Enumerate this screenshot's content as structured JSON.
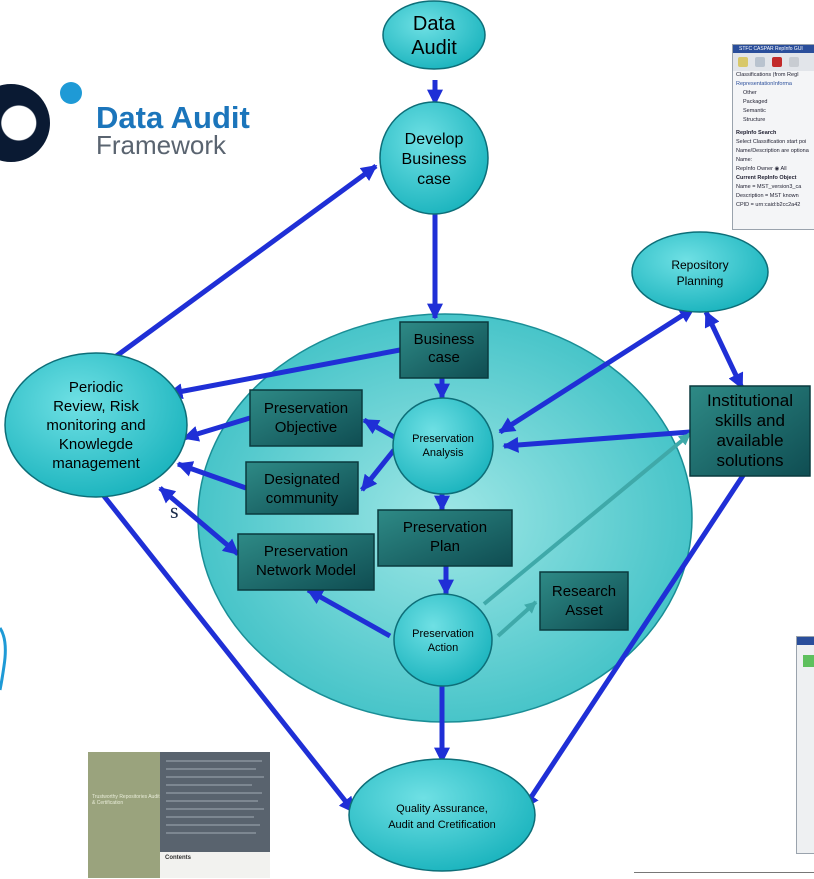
{
  "colors": {
    "node_fill": "#1fbcc3",
    "node_stroke": "#0d6e78",
    "box_fill": "#1c6b6b",
    "arrow": "#1f2fd6",
    "big_ellipse": "#5ecfcf"
  },
  "logo": {
    "line1": "Data Audit",
    "line2": "Framework"
  },
  "nodes": {
    "data_audit": [
      "Data",
      "Audit"
    ],
    "develop_business_case": [
      "Develop",
      "Business",
      "case"
    ],
    "repository_planning": [
      "Repository",
      "Planning"
    ],
    "periodic_review": [
      "Periodic",
      "Review, Risk",
      "monitoring and",
      "Knowlegde",
      "management"
    ],
    "business_case": [
      "Business",
      "case"
    ],
    "preservation_objective": [
      "Preservation",
      "Objective"
    ],
    "preservation_analysis": [
      "Preservation",
      "Analysis"
    ],
    "institutional_skills": [
      "Institutional",
      "skills and",
      "available",
      "solutions"
    ],
    "designated_community": [
      "Designated",
      "community"
    ],
    "preservation_plan": [
      "Preservation",
      "Plan"
    ],
    "preservation_network_model": [
      "Preservation",
      "Network Model"
    ],
    "research_asset": [
      "Research",
      "Asset"
    ],
    "preservation_action": [
      "Preservation",
      "Action"
    ],
    "quality_assurance": [
      "Quality Assurance,",
      "Audit and Cretification"
    ]
  },
  "shot1": {
    "title": "STFC CASPAR RepInfo GUI",
    "lines": [
      "Classifications (from RegI",
      "RepresentationInforma",
      "Other",
      "Packaged",
      "Semantic",
      "Structure",
      "RepInfo Search",
      "Select Classification start poi",
      "Name/Description are optiona",
      "Name:",
      "RepInfo Owner   ◉ All",
      "Current RepInfo Object",
      "Name = MST_version3_ca",
      "Description = MST known",
      "CPID = urn:caid:b2cc2a42"
    ]
  },
  "side_letter": "s",
  "booklet": {
    "cover_text": "Trustworthy Repositories Audit & Certification",
    "contents": "Contents"
  }
}
